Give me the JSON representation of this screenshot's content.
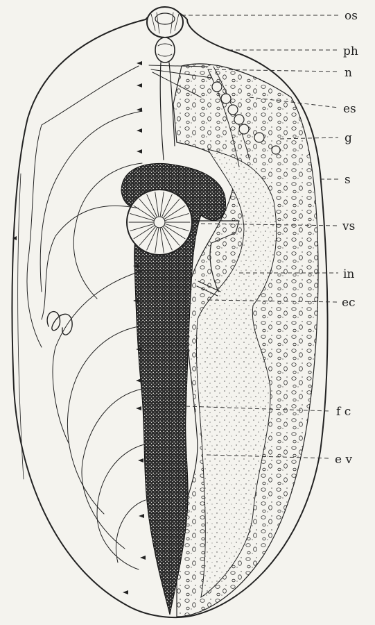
{
  "figure": {
    "labels": [
      {
        "key": "os",
        "text": "os"
      },
      {
        "key": "ph",
        "text": "ph"
      },
      {
        "key": "n",
        "text": "n"
      },
      {
        "key": "es",
        "text": "es"
      },
      {
        "key": "g",
        "text": "g"
      },
      {
        "key": "s",
        "text": "s"
      },
      {
        "key": "vs",
        "text": "vs"
      },
      {
        "key": "in",
        "text": "in"
      },
      {
        "key": "ec",
        "text": "ec"
      },
      {
        "key": "fc",
        "text": "f c"
      },
      {
        "key": "ev",
        "text": "e v"
      }
    ]
  },
  "colors": {
    "ink": "#222222",
    "paper": "#f4f3ee",
    "stipple": "#1e1e1e"
  }
}
